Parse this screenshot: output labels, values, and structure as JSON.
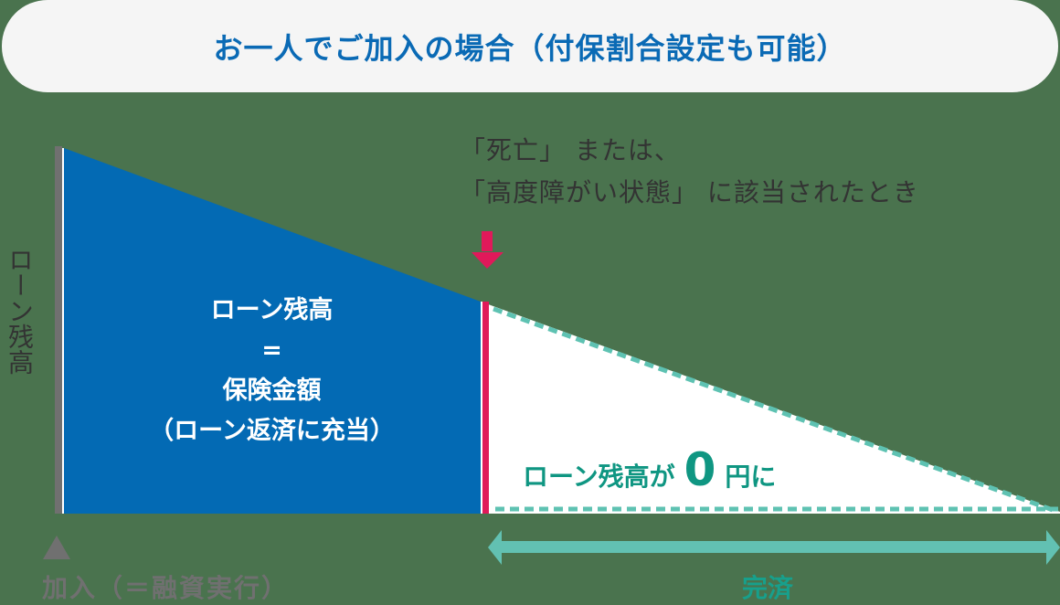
{
  "title": "お一人でご加入の場合（付保割合設定も可能）",
  "event": {
    "line1": "「死亡」 または、",
    "line2": "「高度障がい状態」 に該当されたとき"
  },
  "y_axis_label": "ローン残高",
  "covered_region": {
    "line1": "ローン残高",
    "line2": "=",
    "line3": "保険金額",
    "line4": "（ローン返済に充当）"
  },
  "zero_balance": {
    "prefix": "ローン残高が",
    "number": "0",
    "suffix": "円に"
  },
  "start_label": "加入（＝融資実行）",
  "end_label": "完済",
  "colors": {
    "background": "#4a734e",
    "title_pill": "#f5f5f5",
    "title_text": "#0a6ab5",
    "covered_fill": "#036ab4",
    "event_line": "#e0195a",
    "dashed_line": "#5ec2b2",
    "zero_text": "#0f9682",
    "axis": "#707070"
  }
}
